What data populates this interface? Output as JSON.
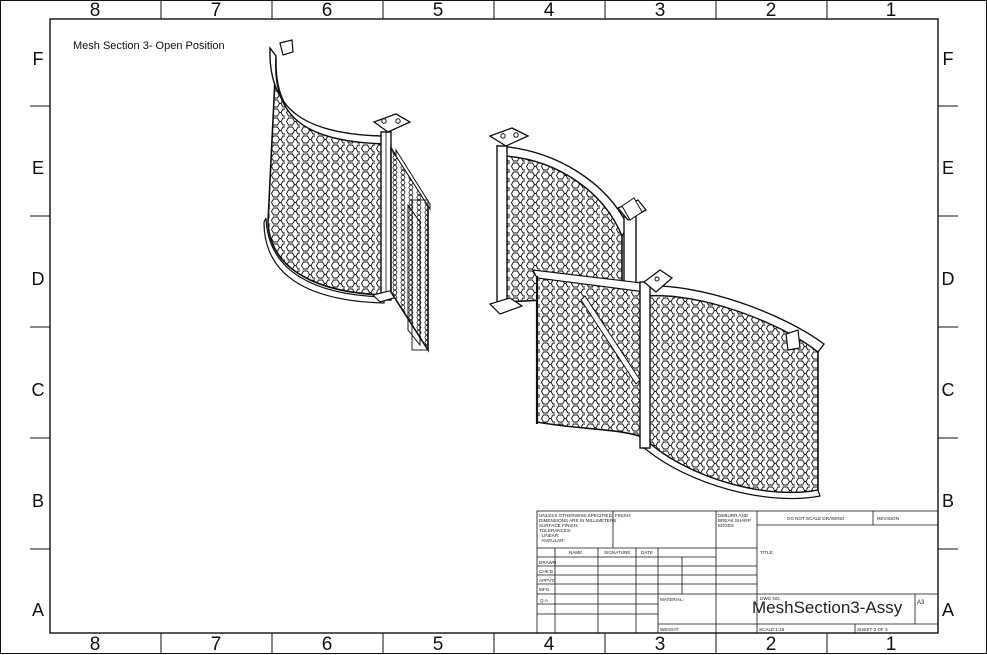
{
  "drawing": {
    "note": "Mesh Section 3- Open Position",
    "zones_top": [
      "8",
      "7",
      "6",
      "5",
      "4",
      "3",
      "2",
      "1"
    ],
    "zones_bottom": [
      "8",
      "7",
      "6",
      "5",
      "4",
      "3",
      "2",
      "1"
    ],
    "zones_left": [
      "F",
      "E",
      "D",
      "C",
      "B",
      "A"
    ],
    "zones_right": [
      "F",
      "E",
      "D",
      "C",
      "B",
      "A"
    ]
  },
  "title_block": {
    "tolerance_notes": [
      "UNLESS OTHERWISE SPECIFIED:",
      "DIMENSIONS ARE IN MILLIMETERS",
      "SURFACE FINISH:",
      "TOLERANCES:",
      "  LINEAR:",
      "  ANGULAR:"
    ],
    "finish_label": "FINISH:",
    "deburr_notes": [
      "DEBURR AND",
      "BREAK SHARP",
      "EDGES"
    ],
    "do_not_scale": "DO NOT SCALE DRAWING",
    "revision_label": "REVISION",
    "col_name": "NAME",
    "col_signature": "SIGNATURE",
    "col_date": "DATE",
    "row_labels": [
      "DRAWN",
      "CHK'D",
      "APPV'D",
      "MFG",
      "Q.A"
    ],
    "title_label": "TITLE:",
    "material_label": "MATERIAL:",
    "dwg_no_label": "DWG NO.",
    "drawing_number": "MeshSection3-Assy",
    "sheet_size": "A3",
    "weight_label": "WEIGHT:",
    "scale_label": "SCALE:1:25",
    "sheet_label": "SHEET 3 OF 3"
  }
}
